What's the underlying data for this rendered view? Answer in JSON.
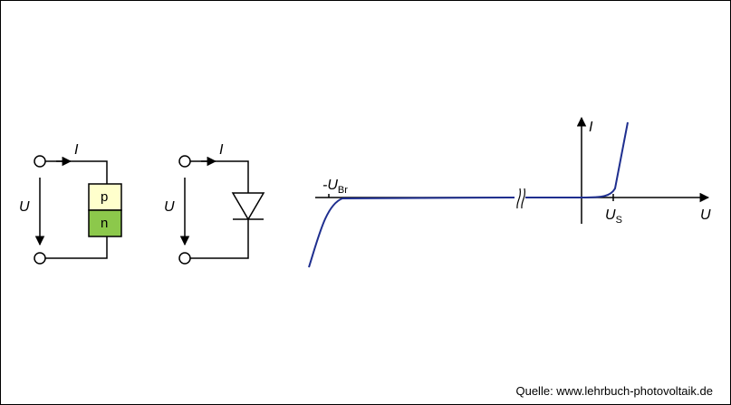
{
  "circuit_pn": {
    "current_label": "I",
    "voltage_label": "U",
    "p_label": "p",
    "n_label": "n"
  },
  "circuit_diode": {
    "current_label": "I",
    "voltage_label": "U"
  },
  "characteristic": {
    "y_axis_label": "I",
    "x_axis_label": "U",
    "breakdown_prefix": "-U",
    "breakdown_sub": "Br",
    "threshold_main": "U",
    "threshold_sub": "S",
    "axis_break_symbol": "//"
  },
  "colors": {
    "curve": "#1f2f8f",
    "p_region": "#ffffcc",
    "n_region": "#8cc84b"
  },
  "source": "Quelle: www.lehrbuch-photovoltaik.de"
}
